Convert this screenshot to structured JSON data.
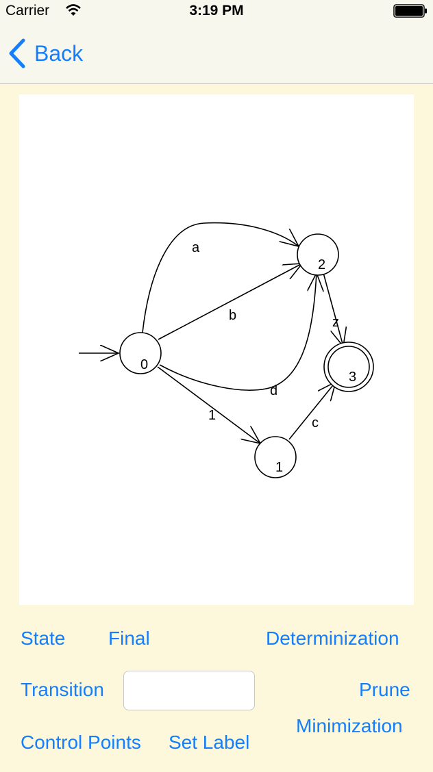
{
  "status_bar": {
    "carrier": "Carrier",
    "time": "3:19 PM"
  },
  "nav": {
    "back_label": "Back"
  },
  "automaton": {
    "states": [
      {
        "id": "0",
        "final": false,
        "initial": true
      },
      {
        "id": "1",
        "final": false,
        "initial": false
      },
      {
        "id": "2",
        "final": false,
        "initial": false
      },
      {
        "id": "3",
        "final": true,
        "initial": false
      }
    ],
    "transitions": [
      {
        "from": "0",
        "to": "2",
        "label": "a"
      },
      {
        "from": "0",
        "to": "2",
        "label": "b"
      },
      {
        "from": "0",
        "to": "2",
        "label": "d"
      },
      {
        "from": "0",
        "to": "1",
        "label": "1"
      },
      {
        "from": "2",
        "to": "3",
        "label": "z"
      },
      {
        "from": "1",
        "to": "3",
        "label": "c"
      }
    ]
  },
  "toolbar": {
    "state_label": "State",
    "final_label": "Final",
    "determinization_label": "Determinization",
    "transition_label": "Transition",
    "label_input_value": "",
    "label_input_placeholder": "",
    "prune_label": "Prune",
    "minimization_label": "Minimization",
    "control_points_label": "Control Points",
    "set_label_label": "Set Label"
  },
  "colors": {
    "accent": "#157efb",
    "background": "#fdf8dc",
    "canvas": "#ffffff"
  }
}
